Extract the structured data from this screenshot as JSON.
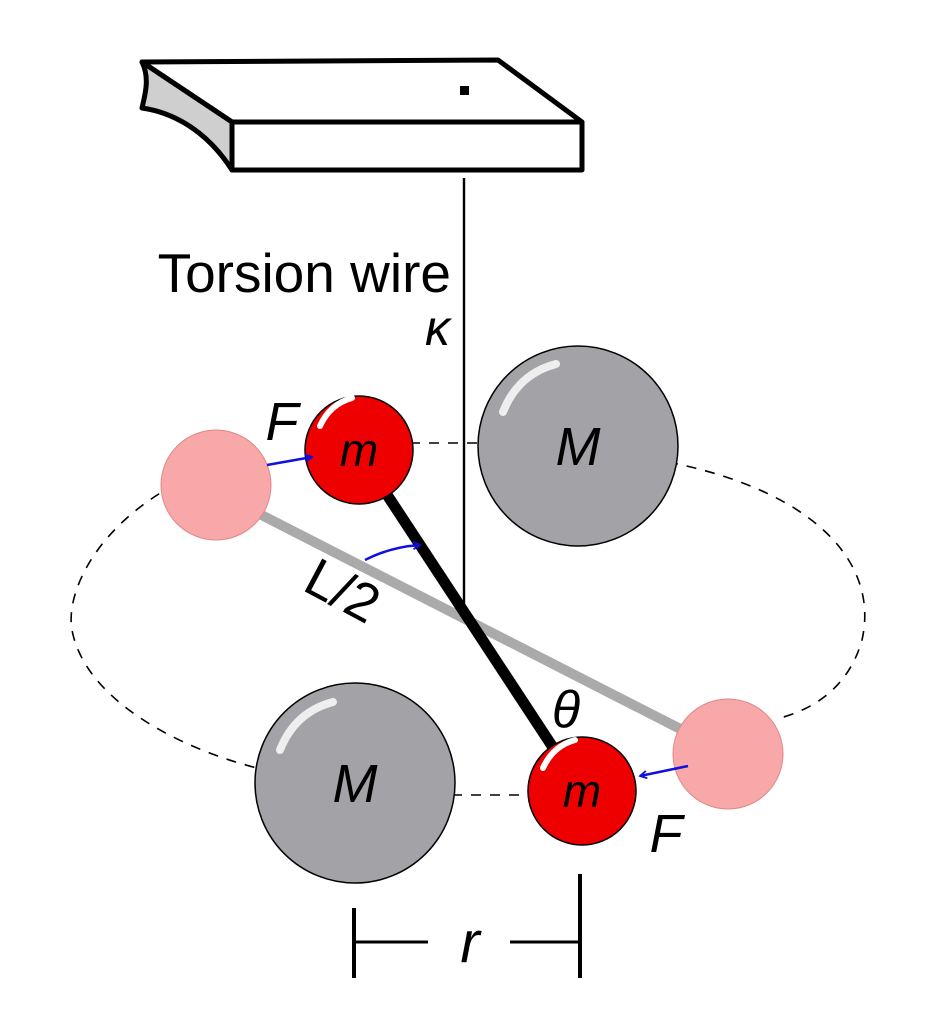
{
  "labels": {
    "torsion_wire": "Torsion wire",
    "kappa": "κ",
    "force_top": "F",
    "force_bottom": "F",
    "small_mass_top": "m",
    "small_mass_bottom": "m",
    "large_mass_top": "M",
    "large_mass_bottom": "M",
    "half_length": "L/2",
    "angle": "θ",
    "distance": "r"
  },
  "colors": {
    "small_mass": "#ee0000",
    "small_mass_ghost": "#f8a8a8",
    "large_mass": "#a3a2a6",
    "force_arrow": "#1010dd",
    "ghost_rod": "#aaaaaa",
    "rod": "#000000",
    "support_side": "#cfcfcf"
  }
}
